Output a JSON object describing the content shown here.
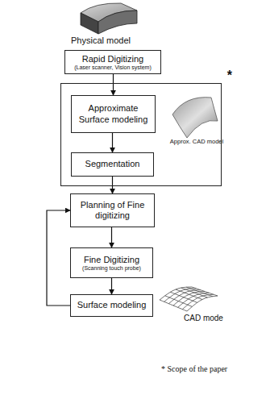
{
  "diagram": {
    "nodes": [
      {
        "text": [
          "Rapid Digitizing",
          "(Laser scanner, Vision system)"
        ]
      },
      {
        "text": [
          "*"
        ]
      },
      {
        "text": [
          "Approximate Surface modeling"
        ],
        "in": 1
      },
      {
        "text": [
          "Segmentation"
        ],
        "in": 1
      },
      {
        "text": [
          "Planning of Fine digitizing"
        ]
      },
      {
        "text": [
          "Fine Digitizing",
          "(Scanning touch probe)"
        ]
      },
      {
        "text": [
          "Surface modeling"
        ]
      }
    ],
    "edges": [
      {
        "from": 0,
        "to": 2,
        "arrow": "to"
      },
      {
        "from": 2,
        "to": 3,
        "arrow": "to"
      },
      {
        "from": 3,
        "to": 4,
        "arrow": "to"
      },
      {
        "from": 4,
        "to": 5,
        "arrow": "to"
      },
      {
        "from": 5,
        "to": 6,
        "arrow": "to"
      },
      {
        "from": 6,
        "to": 4,
        "arrow": "to"
      }
    ],
    "labels": [
      "Physical model",
      "Approx. CAD model",
      "CAD mode",
      "* Scope of the paper"
    ]
  }
}
